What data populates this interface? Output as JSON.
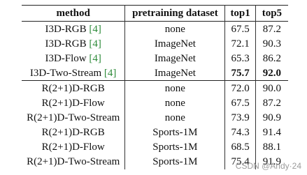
{
  "table": {
    "headers": [
      "method",
      "pretraining dataset",
      "top1",
      "top5"
    ],
    "rows": [
      {
        "method": "I3D-RGB",
        "ref": "[4]",
        "dataset": "none",
        "top1": "67.5",
        "top5": "87.2"
      },
      {
        "method": "I3D-RGB",
        "ref": "[4]",
        "dataset": "ImageNet",
        "top1": "72.1",
        "top5": "90.3"
      },
      {
        "method": "I3D-Flow",
        "ref": "[4]",
        "dataset": "ImageNet",
        "top1": "65.3",
        "top5": "86.2"
      },
      {
        "method": "I3D-Two-Stream",
        "ref": "[4]",
        "dataset": "ImageNet",
        "top1": "75.7",
        "top5": "92.0"
      },
      {
        "method": "R(2+1)D-RGB",
        "ref": "",
        "dataset": "none",
        "top1": "72.0",
        "top5": "90.0"
      },
      {
        "method": "R(2+1)D-Flow",
        "ref": "",
        "dataset": "none",
        "top1": "67.5",
        "top5": "87.2"
      },
      {
        "method": "R(2+1)D-Two-Stream",
        "ref": "",
        "dataset": "none",
        "top1": "73.9",
        "top5": "90.9"
      },
      {
        "method": "R(2+1)D-RGB",
        "ref": "",
        "dataset": "Sports-1M",
        "top1": "74.3",
        "top5": "91.4"
      },
      {
        "method": "R(2+1)D-Flow",
        "ref": "",
        "dataset": "Sports-1M",
        "top1": "68.5",
        "top5": "88.1"
      },
      {
        "method": "R(2+1)D-Two-Stream",
        "ref": "",
        "dataset": "Sports-1M",
        "top1": "75.4",
        "top5": "91.9"
      }
    ]
  },
  "watermark": "CSDN @Andy·24"
}
